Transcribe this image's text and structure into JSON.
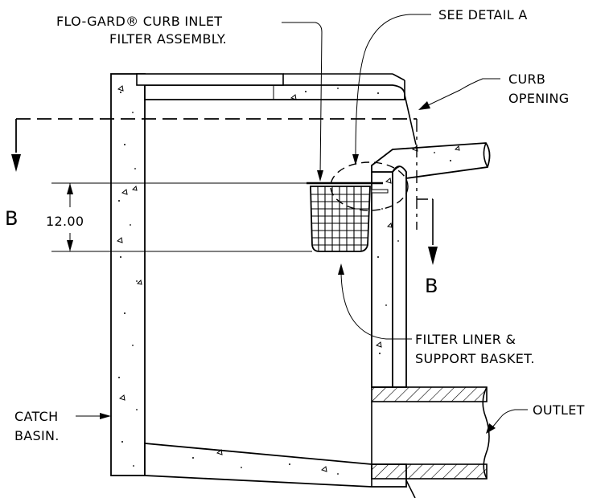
{
  "labels": {
    "flogard_line1": "FLO-GARD® CURB INLET",
    "flogard_line2": "FILTER ASSEMBLY.",
    "detail": "SEE DETAIL A",
    "curb_line1": "CURB",
    "curb_line2": "OPENING",
    "dimension": "12.00",
    "section_left": "B",
    "section_right": "B",
    "filter_line1": "FILTER LINER &",
    "filter_line2": "SUPPORT BASKET.",
    "catch_line1": "CATCH",
    "catch_line2": "BASIN.",
    "outlet": "OUTLET"
  }
}
